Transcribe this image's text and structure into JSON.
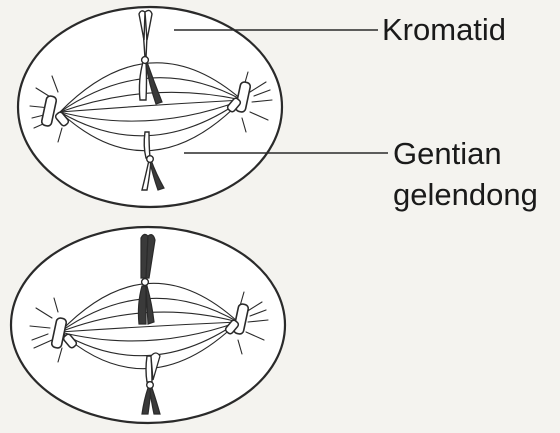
{
  "labels": {
    "kromatid": "Kromatid",
    "gentian": "Gentian",
    "gelendong": "gelendong"
  },
  "colors": {
    "ink": "#2a2a2a",
    "background": "#f4f3ef",
    "cell": "#ffffff"
  }
}
